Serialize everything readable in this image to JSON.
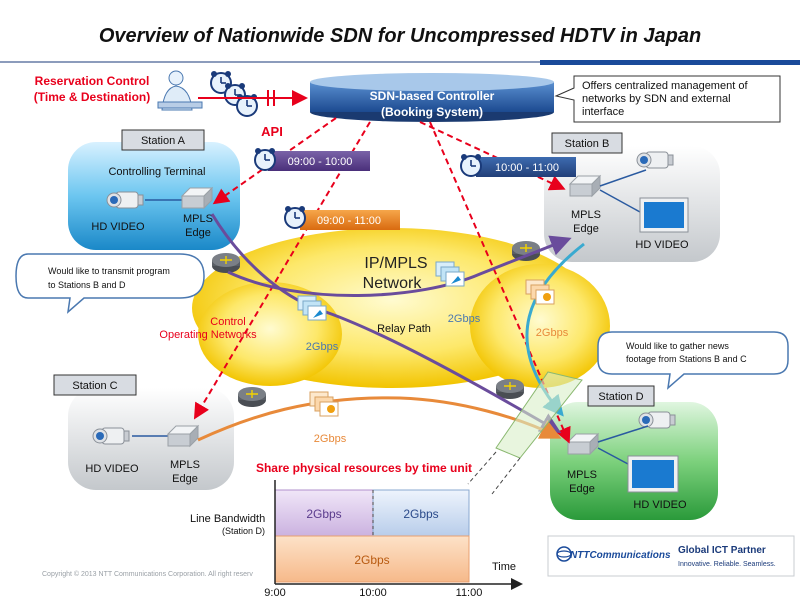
{
  "title": "Overview of Nationwide SDN for Uncompressed HDTV  in Japan",
  "reservation_control": {
    "line1": "Reservation Control",
    "line2": "(Time & Destination)"
  },
  "controller": {
    "line1": "SDN-based Controller",
    "line2": "(Booking System)"
  },
  "controller_callout": {
    "line1": "Offers centralized management of",
    "line2": "networks by SDN and external",
    "line3": "interface"
  },
  "api_label": "API",
  "time_slots": {
    "a": "09:00 - 10:00",
    "b": "10:00 - 11:00",
    "c": "09:00 - 11:00"
  },
  "station_a": {
    "label": "Station A",
    "terminal": "Controlling Terminal",
    "video": "HD VIDEO",
    "edge1": "MPLS",
    "edge2": "Edge"
  },
  "station_b": {
    "label": "Station B",
    "edge1": "MPLS",
    "edge2": "Edge",
    "video": "HD VIDEO"
  },
  "station_c": {
    "label": "Station C",
    "video": "HD VIDEO",
    "edge1": "MPLS",
    "edge2": "Edge"
  },
  "station_d": {
    "label": "Station D",
    "edge1": "MPLS",
    "edge2": "Edge",
    "video": "HD VIDEO"
  },
  "bubble_a": {
    "line1": "Would like to transmit program",
    "line2": "to Stations B and D"
  },
  "bubble_d": {
    "line1": "Would like to gather news",
    "line2": "footage from Stations B and C"
  },
  "network": {
    "line1": "IP/MPLS",
    "line2": "Network"
  },
  "control_ops": {
    "line1": "Control",
    "line2": "Operating Networks"
  },
  "relay_path": "Relay Path",
  "bandwidth": {
    "b1": "2Gbps",
    "b2": "2Gbps",
    "b3": "2Gbps",
    "b4": "2Gbps"
  },
  "share_title": "Share physical resources by time unit",
  "timeline": {
    "ylabel1": "Line Bandwidth",
    "ylabel2": "(Station D)",
    "xlabel": "Time",
    "ticks": [
      "9:00",
      "10:00",
      "11:00"
    ],
    "slot1": "2Gbps",
    "slot2": "2Gbps",
    "slot3": "2Gbps"
  },
  "footer": {
    "copyright": "Copyright © 2013 NTT Communications Corporation. All right reserv",
    "logo": "NTTCommunications",
    "partner1": "Global ICT Partner",
    "partner2": "Innovative. Reliable. Seamless."
  },
  "colors": {
    "red": "#e8001c",
    "navy": "#1a3a7a",
    "purple": "#5a3b8c",
    "orange": "#e87a1a",
    "green": "#3aa84a",
    "yellow": "#f5d400"
  }
}
